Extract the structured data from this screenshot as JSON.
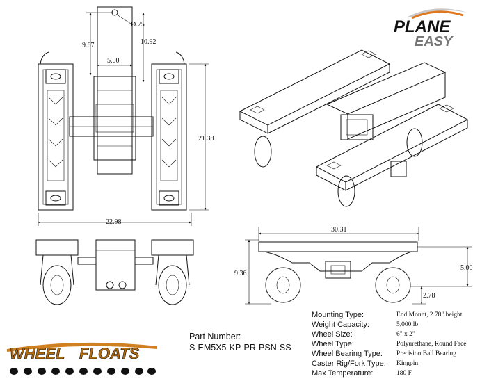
{
  "brand": {
    "plane_easy_line1": "PLANE",
    "plane_easy_line2": "EASY",
    "wheel_floats_word1": "WHEEL",
    "wheel_floats_word2": "FLOATS"
  },
  "dimensions": {
    "hole_diameter": "Ø.75",
    "top_height": "9.67",
    "top_height_full": "10.92",
    "pad_width": "5.00",
    "side_height": "21.38",
    "overall_width": "22.98",
    "iso_length": "30.31",
    "side_view_height": "9.36",
    "side_view_mount": "5.00",
    "side_view_low": "2.78"
  },
  "part": {
    "label": "Part Number:",
    "number": "S-EM5X5-KP-PR-PSN-SS"
  },
  "specs": [
    {
      "label": "Mounting Type:",
      "value": "End Mount, 2.78\" height"
    },
    {
      "label": "Weight Capacity:",
      "value": "5,000 lb"
    },
    {
      "label": "Wheel Size:",
      "value": "6\" x 2\""
    },
    {
      "label": "Wheel Type:",
      "value": "Polyurethane, Round Face"
    },
    {
      "label": "Wheel Bearing Type:",
      "value": "Precision Ball Bearing"
    },
    {
      "label": "Caster Rig/Fork Type:",
      "value": "Kingpin"
    },
    {
      "label": "Max Temperature:",
      "value": "180 F"
    }
  ]
}
